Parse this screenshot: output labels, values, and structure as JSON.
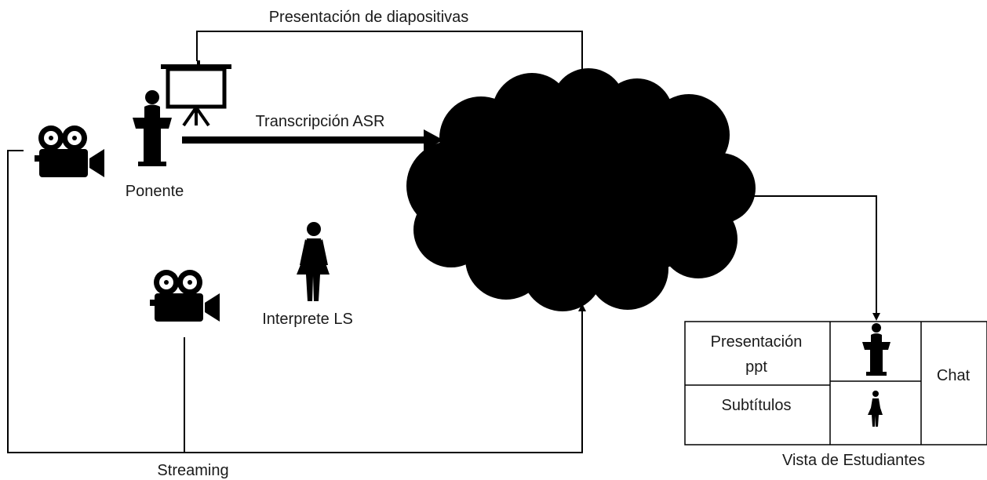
{
  "labels": {
    "slides": "Presentación de diapositivas",
    "asr": "Transcripción ASR",
    "speaker": "Ponente",
    "interpreter": "Interprete LS",
    "streaming": "Streaming",
    "students_view": "Vista de Estudiantes"
  },
  "student_view": {
    "presentation_line1": "Presentación",
    "presentation_line2": "ppt",
    "subtitles": "Subtítulos",
    "chat": "Chat"
  },
  "icons": {
    "camera": "video-camera-icon",
    "podium": "speaker-podium-icon",
    "screen": "projector-screen-icon",
    "woman": "woman-icon",
    "cloud": "cloud-icon"
  }
}
